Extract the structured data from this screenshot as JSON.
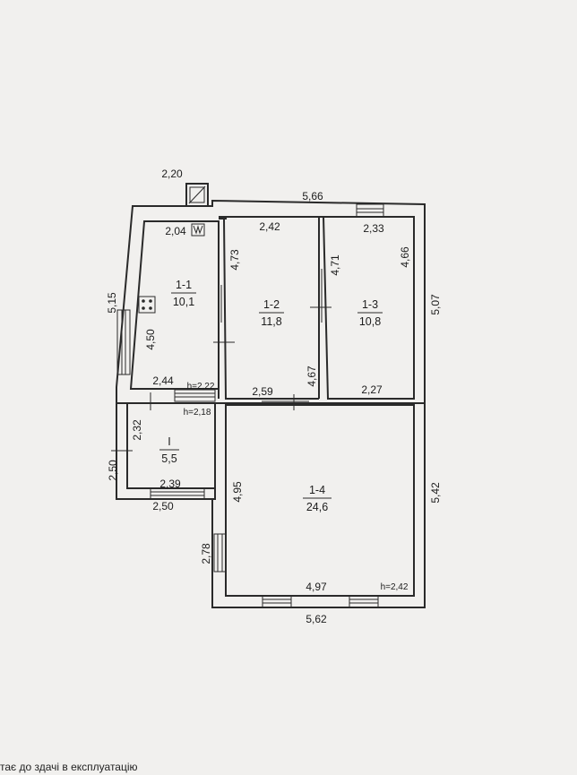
{
  "rooms": [
    {
      "id": "1-1",
      "area": "10,1"
    },
    {
      "id": "1-2",
      "area": "11,8"
    },
    {
      "id": "1-3",
      "area": "10,8"
    },
    {
      "id": "1-4",
      "area": "24,6"
    },
    {
      "id": "I",
      "area": "5,5"
    }
  ],
  "dimensions": {
    "chimney_width": "2,20",
    "top_outer": "5,66",
    "r11_top": "2,04",
    "r12_top": "2,42",
    "r13_top": "2,33",
    "left_outer": "5,15",
    "r11_inner_side": "4,50",
    "r12_left": "4,73",
    "r12_right": "4,71",
    "r13_right": "4,66",
    "right_outer_top": "5,07",
    "r11_bottom": "2,44",
    "r11_height": "h=2,22",
    "r14_top_left": "2,59",
    "r12_bottom": "4,67",
    "r14_top_right": "2,27",
    "vest_height": "h=2,18",
    "vest_side": "2,32",
    "vest_outer": "2,50",
    "vest_bottom_inner": "2,39",
    "vest_bottom_outer": "2,50",
    "r14_left": "4,95",
    "right_outer_bottom": "5,42",
    "r14_left_lower": "2,78",
    "r14_bottom": "4,97",
    "r14_height": "h=2,42",
    "bottom_outer": "5,62"
  },
  "footer_text": "тає до здачі в експлуатацію"
}
